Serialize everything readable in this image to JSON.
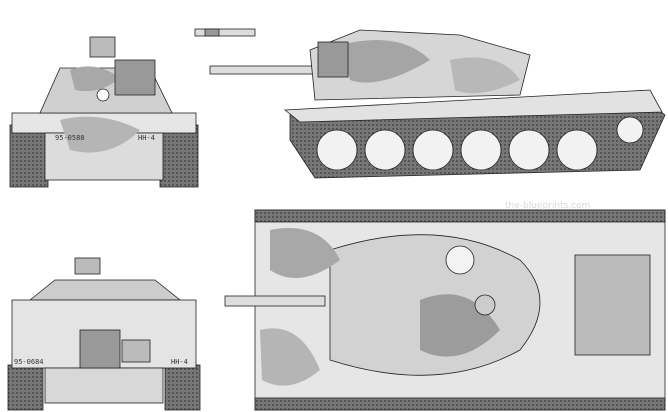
{
  "views": {
    "front": {
      "serial": "95-0588",
      "unit": "HH-4"
    },
    "rear": {
      "serial": "95-0684",
      "unit": "HH-4"
    }
  },
  "watermark": "the-blueprints.com",
  "colors": {
    "camo_light": "#e8e8e8",
    "camo_mid": "#b8b8b8",
    "camo_dark": "#8c8c8c",
    "track": "#6a6a6a",
    "line": "#222222"
  }
}
